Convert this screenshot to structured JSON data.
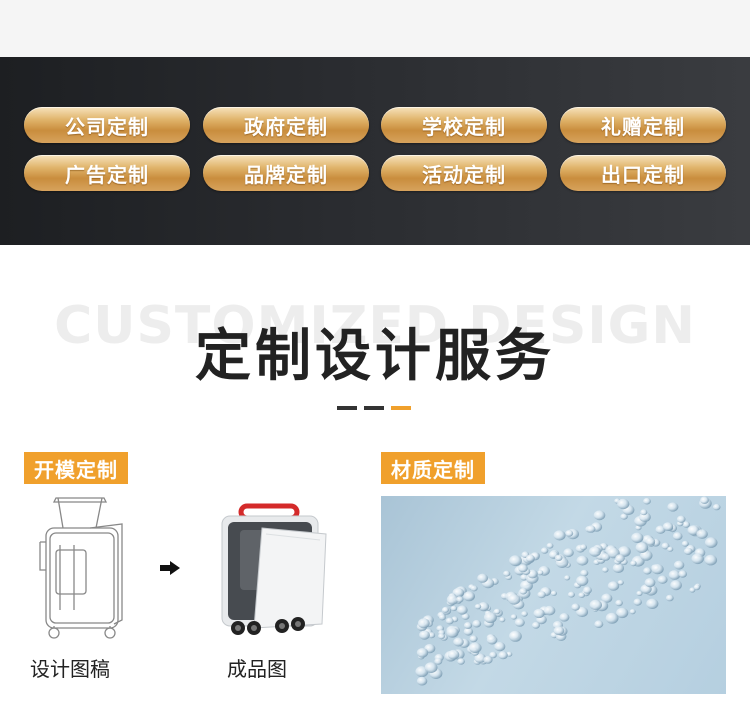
{
  "categories": [
    "公司定制",
    "政府定制",
    "学校定制",
    "礼赠定制",
    "广告定制",
    "品牌定制",
    "活动定制",
    "出口定制"
  ],
  "section": {
    "bg_title": "CUSTOMIZED DESIGN",
    "title": "定制设计服务"
  },
  "mold": {
    "label": "开模定制",
    "sketch_caption": "设计图稿",
    "product_caption": "成品图"
  },
  "material": {
    "label": "材质定制"
  },
  "colors": {
    "accent": "#f0a02c",
    "dark": "#2a2c30",
    "gold": "#e0b46b"
  }
}
